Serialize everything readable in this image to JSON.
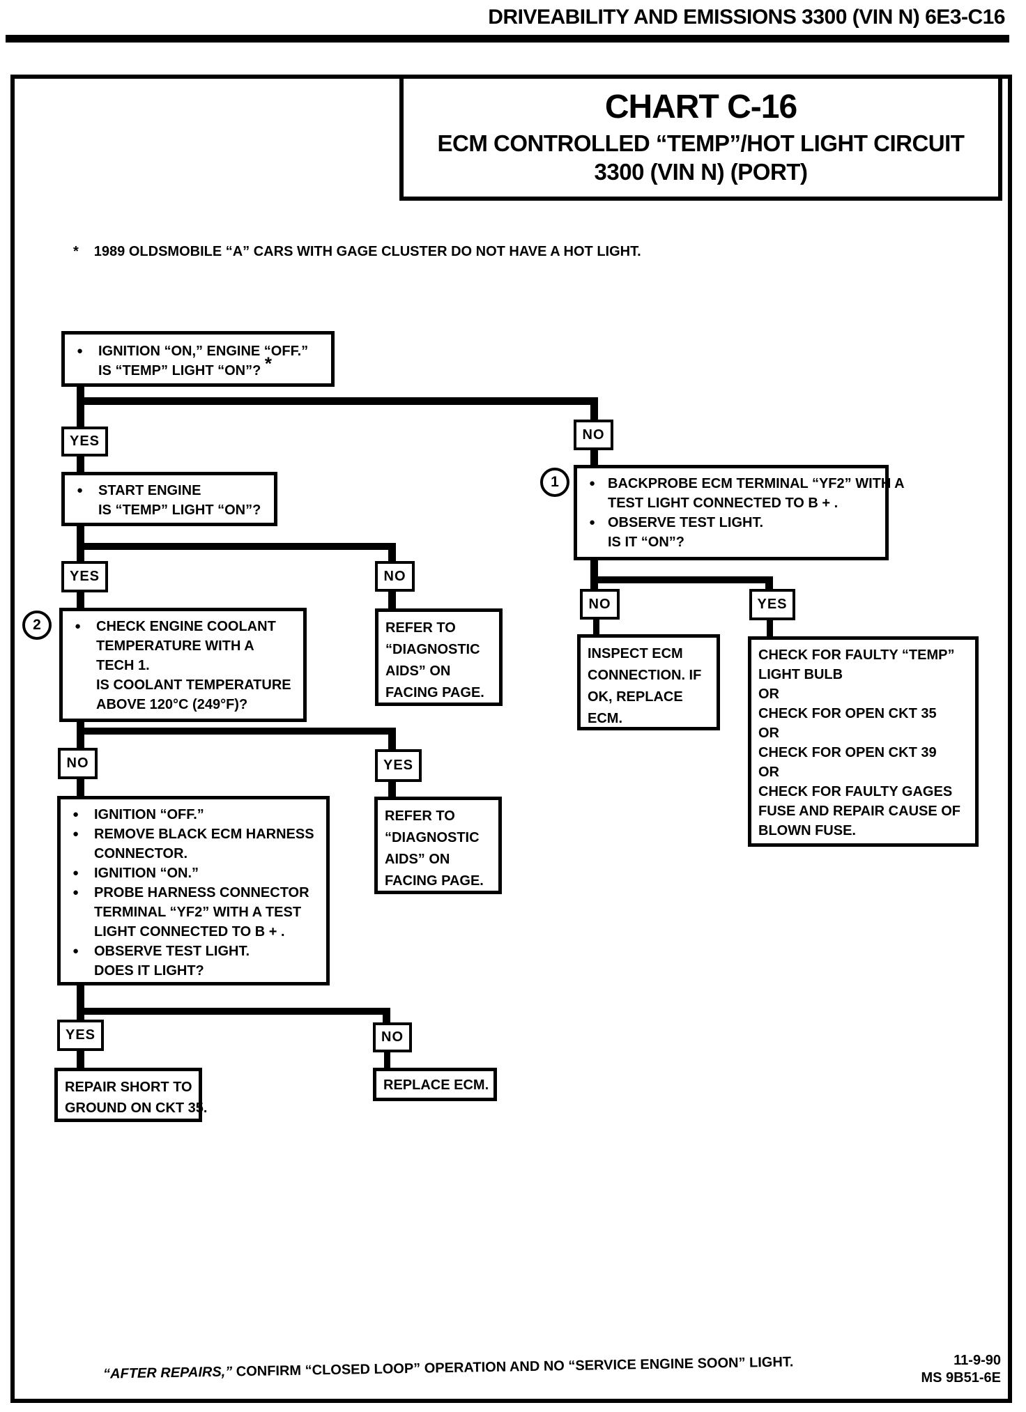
{
  "colors": {
    "ink": "#000000",
    "paper": "#ffffff"
  },
  "icons": {
    "bullet": "●"
  },
  "header": {
    "title": "DRIVEABILITY AND EMISSIONS 3300 (VIN N) 6E3-C16"
  },
  "title_block": {
    "chart": "CHART C-16",
    "line2": "ECM CONTROLLED “TEMP”/HOT LIGHT CIRCUIT",
    "line3": "3300 (VIN N) (PORT)"
  },
  "footnote": {
    "marker": "*",
    "text": "1989 OLDSMOBILE “A” CARS WITH GAGE CLUSTER DO NOT HAVE A HOT LIGHT."
  },
  "labels": {
    "yes": "YES",
    "no": "NO"
  },
  "badges": {
    "one": "1",
    "two": "2"
  },
  "nodes": {
    "ignition_check": {
      "rows": [
        {
          "b": "●",
          "t": "IGNITION “ON,” ENGINE “OFF.”"
        },
        {
          "b": "",
          "t": "IS “TEMP” LIGHT “ON”?"
        }
      ],
      "asterisk": "*"
    },
    "start_engine": {
      "rows": [
        {
          "b": "●",
          "t": "START ENGINE"
        },
        {
          "b": "",
          "t": "IS “TEMP” LIGHT “ON”?"
        }
      ]
    },
    "backprobe": {
      "rows": [
        {
          "b": "●",
          "t": "BACKPROBE ECM TERMINAL “YF2” WITH A"
        },
        {
          "b": "",
          "t": "TEST LIGHT CONNECTED TO B + ."
        },
        {
          "b": "●",
          "t": "OBSERVE TEST LIGHT."
        },
        {
          "b": "",
          "t": "IS IT “ON”?"
        }
      ]
    },
    "coolant_check": {
      "rows": [
        {
          "b": "●",
          "t": "CHECK ENGINE COOLANT"
        },
        {
          "b": "",
          "t": "TEMPERATURE WITH A"
        },
        {
          "b": "",
          "t": "TECH 1."
        },
        {
          "b": "",
          "t": "IS COOLANT TEMPERATURE"
        },
        {
          "b": "",
          "t": "ABOVE 120°C (249°F)?"
        }
      ]
    },
    "refer_aids_1": {
      "lines": [
        "REFER TO",
        "“DIAGNOSTIC",
        "AIDS” ON",
        "FACING PAGE."
      ]
    },
    "inspect_ecm": {
      "lines": [
        "INSPECT ECM",
        "CONNECTION. IF",
        "OK, REPLACE",
        "ECM."
      ]
    },
    "check_faulty": {
      "lines": [
        "CHECK FOR FAULTY “TEMP”",
        "LIGHT BULB",
        "OR",
        "CHECK FOR OPEN CKT 35",
        "OR",
        "CHECK FOR OPEN CKT 39",
        "OR",
        "CHECK FOR FAULTY GAGES",
        "FUSE AND REPAIR CAUSE OF",
        "BLOWN FUSE."
      ]
    },
    "harness_probe": {
      "rows": [
        {
          "b": "●",
          "t": "IGNITION “OFF.”"
        },
        {
          "b": "●",
          "t": "REMOVE BLACK ECM HARNESS"
        },
        {
          "b": "",
          "t": "CONNECTOR."
        },
        {
          "b": "●",
          "t": "IGNITION “ON.”"
        },
        {
          "b": "●",
          "t": "PROBE HARNESS CONNECTOR"
        },
        {
          "b": "",
          "t": "TERMINAL “YF2” WITH A TEST"
        },
        {
          "b": "",
          "t": "LIGHT CONNECTED TO B + ."
        },
        {
          "b": "●",
          "t": "OBSERVE TEST LIGHT."
        },
        {
          "b": "",
          "t": "DOES IT LIGHT?"
        }
      ]
    },
    "refer_aids_2": {
      "lines": [
        "REFER TO",
        "“DIAGNOSTIC",
        "AIDS” ON",
        "FACING PAGE."
      ]
    },
    "repair_short": {
      "lines": [
        "REPAIR SHORT TO",
        "GROUND ON CKT 35."
      ]
    },
    "replace_ecm": {
      "lines": [
        "REPLACE ECM."
      ]
    }
  },
  "footer": {
    "italic": "“AFTER REPAIRS,”",
    "rest": " CONFIRM “CLOSED LOOP” OPERATION AND NO “SERVICE ENGINE SOON” LIGHT.",
    "date": "11-9-90",
    "code": "MS 9B51-6E"
  }
}
